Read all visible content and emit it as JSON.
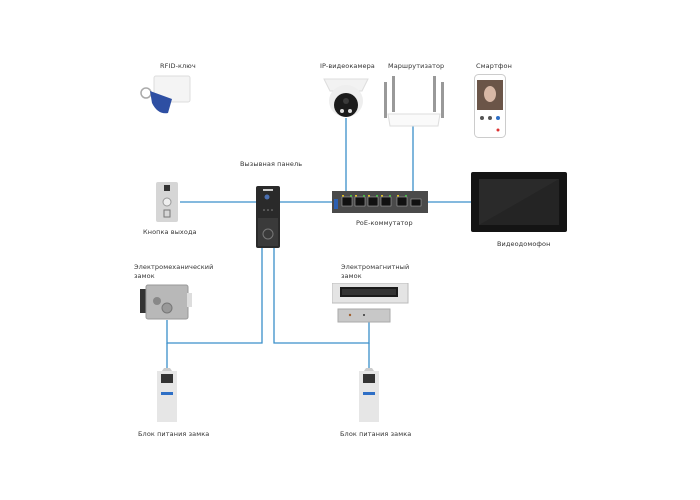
{
  "diagram": {
    "title": "Схема подключения IP-домофона",
    "accent_color": "#3a8fca",
    "nodes": [
      {
        "id": "rfid",
        "label": "RFID-ключ",
        "icon": "rfid-keyfob-icon"
      },
      {
        "id": "ipcam",
        "label": "IP-видеокамера",
        "icon": "dome-camera-icon"
      },
      {
        "id": "router",
        "label": "Маршрутизатор",
        "icon": "router-icon"
      },
      {
        "id": "phone",
        "label": "Смартфон",
        "icon": "smartphone-icon"
      },
      {
        "id": "panel",
        "label": "Вызывная панель",
        "icon": "door-station-icon"
      },
      {
        "id": "exit",
        "label": "Кнопка выхода",
        "icon": "exit-button-icon"
      },
      {
        "id": "switch",
        "label": "PoE-коммутатор",
        "icon": "poe-switch-icon"
      },
      {
        "id": "monitor",
        "label": "Видеодомофон",
        "icon": "video-monitor-icon"
      },
      {
        "id": "emlock",
        "label": "Электромеханический замок",
        "icon": "electromechanical-lock-icon"
      },
      {
        "id": "maglock",
        "label": "Электромагнитный замок",
        "icon": "magnetic-lock-icon"
      },
      {
        "id": "psu1",
        "label": "Блок питания замка",
        "icon": "power-supply-icon"
      },
      {
        "id": "psu2",
        "label": "Блок питания замка",
        "icon": "power-supply-icon"
      }
    ],
    "edges": [
      {
        "from": "ipcam",
        "to": "switch"
      },
      {
        "from": "router",
        "to": "switch"
      },
      {
        "from": "exit",
        "to": "panel"
      },
      {
        "from": "panel",
        "to": "switch"
      },
      {
        "from": "switch",
        "to": "monitor"
      },
      {
        "from": "panel",
        "to": "emlock"
      },
      {
        "from": "emlock",
        "to": "psu1"
      },
      {
        "from": "panel",
        "to": "maglock"
      },
      {
        "from": "maglock",
        "to": "psu2"
      }
    ]
  }
}
